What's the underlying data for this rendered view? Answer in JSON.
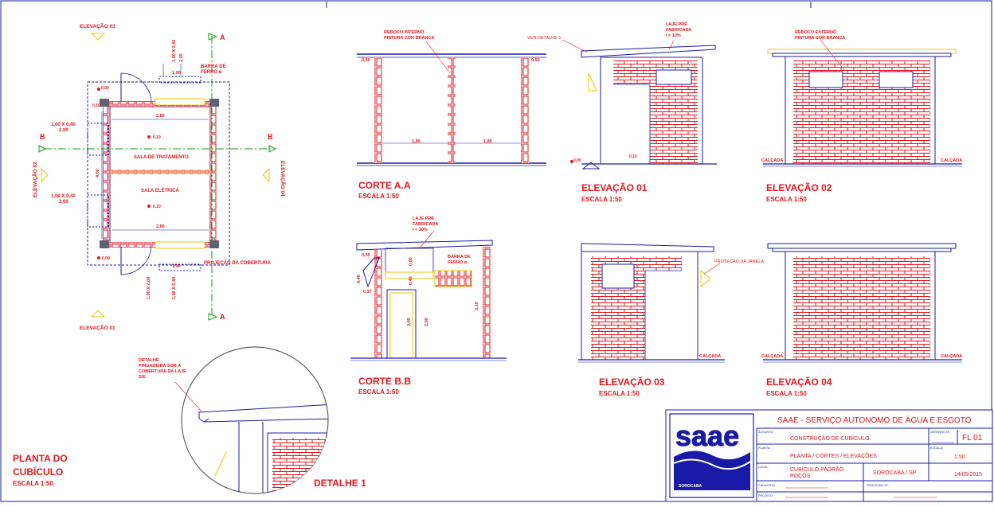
{
  "colors": {
    "red": "#e8141c",
    "blue": "#1a1aa8",
    "green": "#12a012",
    "yellow": "#e8c800",
    "brick": "#e8141c"
  },
  "plan": {
    "title": "PLANTA DO CUBÍCULO",
    "title_line1": "PLANTA DO",
    "title_line2": "CUBÍCULO",
    "scale": "ESCALA 1:50",
    "elev01": "ELEVAÇÃO 01",
    "elev02": "ELEVAÇÃO 02",
    "elev03": "ELEVAÇÃO 03",
    "elev04": "ELEVAÇÃO 04",
    "room1": "SALA DE TRATAMENTO",
    "room2": "SALA ELÉTRICA",
    "cut_a": "A",
    "cut_b": "B",
    "barra": "BARRA DE FERRO ø",
    "projecao": "PROJEÇÃO DA COBERTURA",
    "dim_100x040": "1,00 X 0,40",
    "dim_200": "2,00",
    "dim_280": "2,80",
    "dim_100": "1,00",
    "dim_400": "4,00",
    "dim_040": "0,40",
    "dim_010": "0,10",
    "lvl_000": "0,00",
    "lvl_010": "0,10",
    "lvl_n": "0,10"
  },
  "corte_a": {
    "title": "CORTE A.A",
    "scale": "ESCALA 1:50",
    "reboco": "REBOCO INTERNO PINTURA COR BRANCA",
    "dim_050": "0,50",
    "dim_180": "1,80"
  },
  "elevacao_01": {
    "title": "ELEVAÇÃO 01",
    "scale": "ESCALA 1:50",
    "laje": "LAJE PRÉ FABRICADA i = 10%",
    "ver_detalhe": "VER DETALHE 1",
    "lvl": "0,00",
    "dim": "0,10"
  },
  "elevacao_02": {
    "title": "ELEVAÇÃO 02",
    "scale": "ESCALA 1:50",
    "reboco": "REBOCO EXTERNO PINTURA COR BRANCA",
    "calcada_l": "CALÇADA",
    "calcada_r": "CALÇADA"
  },
  "corte_b": {
    "title": "CORTE B.B",
    "scale": "ESCALA 1:50",
    "laje": "LAJE PRÉ FABRICADA i = 10%",
    "barra": "BARRA DE FERRO ø",
    "dim_050": "0,50",
    "dim_040": "0,40",
    "dim_037": "0,37",
    "dim_060": "0,60",
    "dim_200": "2,00",
    "dim_310": "3,10"
  },
  "elevacao_03": {
    "title": "ELEVAÇÃO 03",
    "scale": "ESCALA 1:50",
    "protecao": "PROTEÇÃO DA JANELA",
    "calcada": "CALÇADA"
  },
  "elevacao_04": {
    "title": "ELEVAÇÃO 04",
    "scale": "ESCALA 1:50",
    "calcada_l": "CALÇADA",
    "calcada_r": "CALÇADA"
  },
  "detalhe": {
    "title": "DETALHE 1",
    "note": "DETALHE PINGADEIRA SOB A COBERTURA DA LAJE S/E",
    "note_l1": "DETALHE",
    "note_l2": "PINGADEIRA SOB A",
    "note_l3": "COBERTURA DA LAJE",
    "note_l4": "S/E"
  },
  "title_block": {
    "logo": "saae",
    "logo_sub": "SOROCABA",
    "header": "SAAE - SERVIÇO AUTONOMO DE ÁGUA E ESGOTO",
    "assunto_label": "ASSUNTO:",
    "assunto": "CONSTRUÇÃO DE CUBÍCULO",
    "planta_label": "PLANTA:",
    "planta": "PLANTA / CORTES / ELEVAÇÕES",
    "local_label": "LOCAL:",
    "local": "CUBÍCULO PADRÃO POÇOS",
    "local_l1": "CUBÍCULO PADRÃO",
    "local_l2": "POÇOS",
    "cidade": "SOROCABA / SP",
    "data": "14/05/2015",
    "desenho_label": "DESENHO Nº:",
    "folha": "FL 01",
    "escala_label": "ESCALA:",
    "escala": "1:50",
    "cadastro_label": "CADASTRO:",
    "projeto_label": "PROJETO:",
    "processo_label": "PROCESSO Nº:"
  }
}
